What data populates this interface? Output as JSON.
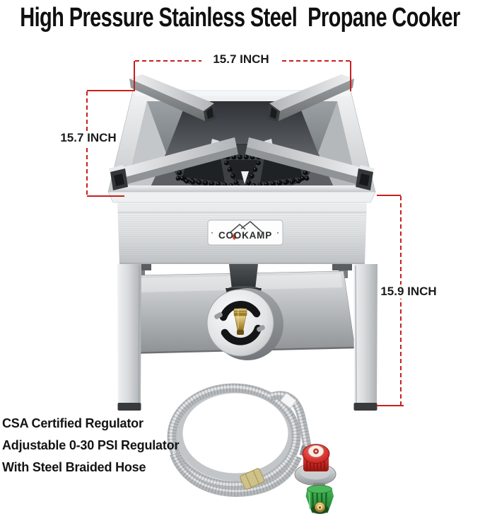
{
  "title": "High Pressure Stainless Steel  Propane Cooker",
  "dimensions": {
    "top_width_label": "15.7 INCH",
    "left_depth_label": "15.7 INCH",
    "right_height_label": "15.9 INCH"
  },
  "brand": {
    "name": "COOKAMP"
  },
  "features": {
    "line1": "CSA Certified Regulator",
    "line2": "Adjustable 0-30 PSI Regulator",
    "line3": "With Steel Braided Hose"
  },
  "colors": {
    "annotation_red": "#c6211f",
    "regulator_knob_red": "#c4201d",
    "qcc_connector_green": "#2f9e3f",
    "brass_fitting": "#c9a23a",
    "stainless_steel": "#d8dadc"
  }
}
